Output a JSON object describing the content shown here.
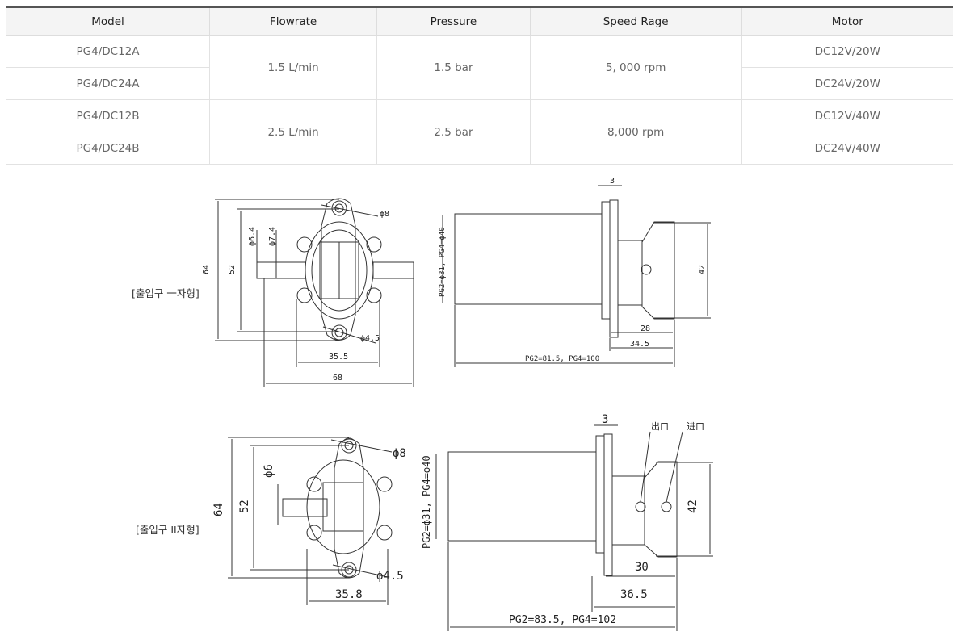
{
  "table": {
    "headers": [
      "Model",
      "Flowrate",
      "Pressure",
      "Speed Rage",
      "Motor"
    ],
    "groups": [
      {
        "models": [
          "PG4/DC12A",
          "PG4/DC24A"
        ],
        "flowrate": "1.5 L/min",
        "pressure": "1.5 bar",
        "speed": "5, 000 rpm",
        "motors": [
          "DC12V/20W",
          "DC24V/20W"
        ]
      },
      {
        "models": [
          "PG4/DC12B",
          "PG4/DC24B"
        ],
        "flowrate": "2.5 L/min",
        "pressure": "2.5 bar",
        "speed": "8,000 rpm",
        "motors": [
          "DC12V/40W",
          "DC24V/40W"
        ]
      }
    ]
  },
  "drawing1": {
    "label": "[출입구 一자형]",
    "dims": {
      "h64": "64",
      "h52": "52",
      "d64": "ϕ6.4",
      "d74": "ϕ7.4",
      "d8": "ϕ8",
      "d45": "ϕ4.5",
      "w355": "35.5",
      "w68": "68",
      "t3": "3",
      "dia": "PG2=ϕ31, PG4=ϕ40",
      "h42": "42",
      "w28": "28",
      "w345": "34.5",
      "len": "PG2=81.5, PG4=100"
    }
  },
  "drawing2": {
    "label": "[출입구 II자형]",
    "dims": {
      "h64": "64",
      "h52": "52",
      "d6": "ϕ6",
      "d8": "ϕ8",
      "d45": "ϕ4.5",
      "w358": "35.8",
      "t3": "3",
      "out": "出口",
      "in": "进口",
      "dia": "PG2=ϕ31, PG4=ϕ40",
      "h42": "42",
      "w30": "30",
      "w365": "36.5",
      "len": "PG2=83.5, PG4=102"
    }
  }
}
